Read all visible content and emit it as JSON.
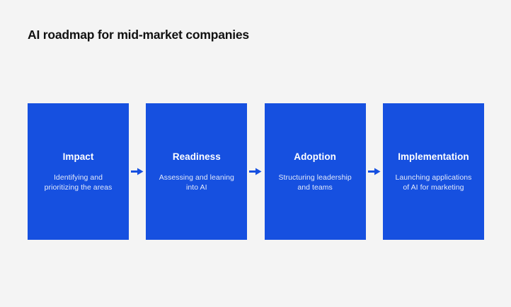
{
  "slide": {
    "title": "AI roadmap for mid-market companies",
    "background_color": "#f4f4f4",
    "accent_color": "#1650e0",
    "title_color": "#111111"
  },
  "roadmap": {
    "arrow_icon": "arrow-right-icon",
    "arrow_color": "#1650e0",
    "stages": [
      {
        "heading": "Impact",
        "description": "Identifying and prioritizing the areas"
      },
      {
        "heading": "Readiness",
        "description": "Assessing and leaning into AI"
      },
      {
        "heading": "Adoption",
        "description": "Structuring leadership and teams"
      },
      {
        "heading": "Implementation",
        "description": "Launching applications of AI for marketing"
      }
    ]
  }
}
